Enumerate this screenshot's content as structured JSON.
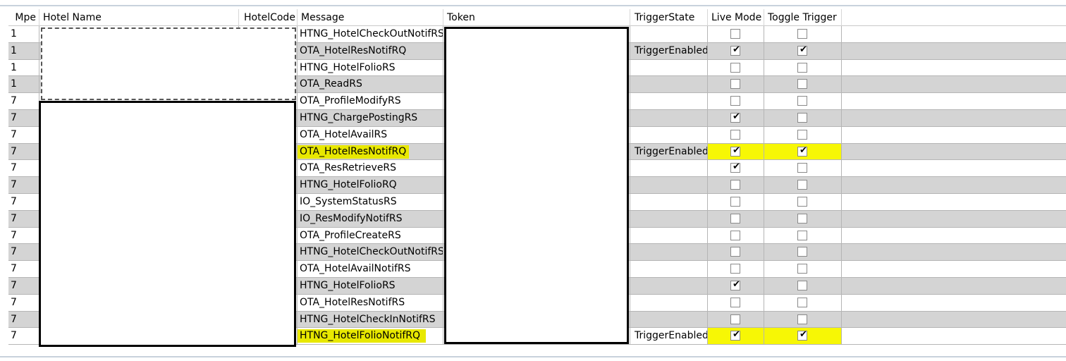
{
  "columns": [
    "Mpe",
    "Hotel Name",
    "HotelCode",
    "Message",
    "Token",
    "TriggerState",
    "Live Mode",
    "Toggle Trigger"
  ],
  "rows": [
    {
      "mpe": "1",
      "message": "HTNG_HotelCheckOutNotifRS",
      "trigger_state": "",
      "live_mode": false,
      "toggle_trigger": false
    },
    {
      "mpe": "1",
      "message": "OTA_HotelResNotifRQ",
      "trigger_state": "TriggerEnabled",
      "live_mode": true,
      "toggle_trigger": true
    },
    {
      "mpe": "1",
      "message": "HTNG_HotelFolioRS",
      "trigger_state": "",
      "live_mode": false,
      "toggle_trigger": false
    },
    {
      "mpe": "1",
      "message": "OTA_ReadRS",
      "trigger_state": "",
      "live_mode": false,
      "toggle_trigger": false
    },
    {
      "mpe": "7",
      "message": "OTA_ProfileModifyRS",
      "trigger_state": "",
      "live_mode": false,
      "toggle_trigger": false
    },
    {
      "mpe": "7",
      "message": "HTNG_ChargePostingRS",
      "trigger_state": "",
      "live_mode": true,
      "toggle_trigger": false
    },
    {
      "mpe": "7",
      "message": "OTA_HotelAvailRS",
      "trigger_state": "",
      "live_mode": false,
      "toggle_trigger": false
    },
    {
      "mpe": "7",
      "message": "OTA_HotelResNotifRQ",
      "trigger_state": "TriggerEnabled",
      "live_mode": true,
      "toggle_trigger": true,
      "highlight": true
    },
    {
      "mpe": "7",
      "message": "OTA_ResRetrieveRS",
      "trigger_state": "",
      "live_mode": true,
      "toggle_trigger": false
    },
    {
      "mpe": "7",
      "message": "HTNG_HotelFolioRQ",
      "trigger_state": "",
      "live_mode": false,
      "toggle_trigger": false
    },
    {
      "mpe": "7",
      "message": "IO_SystemStatusRS",
      "trigger_state": "",
      "live_mode": false,
      "toggle_trigger": false
    },
    {
      "mpe": "7",
      "message": "IO_ResModifyNotifRS",
      "trigger_state": "",
      "live_mode": false,
      "toggle_trigger": false
    },
    {
      "mpe": "7",
      "message": "OTA_ProfileCreateRS",
      "trigger_state": "",
      "live_mode": false,
      "toggle_trigger": false
    },
    {
      "mpe": "7",
      "message": "HTNG_HotelCheckOutNotifRS",
      "trigger_state": "",
      "live_mode": false,
      "toggle_trigger": false
    },
    {
      "mpe": "7",
      "message": "OTA_HotelAvailNotifRS",
      "trigger_state": "",
      "live_mode": false,
      "toggle_trigger": false
    },
    {
      "mpe": "7",
      "message": "HTNG_HotelFolioRS",
      "trigger_state": "",
      "live_mode": true,
      "toggle_trigger": false
    },
    {
      "mpe": "7",
      "message": "OTA_HotelResNotifRS",
      "trigger_state": "",
      "live_mode": false,
      "toggle_trigger": false
    },
    {
      "mpe": "7",
      "message": "HTNG_HotelCheckInNotifRS",
      "trigger_state": "",
      "live_mode": false,
      "toggle_trigger": false
    },
    {
      "mpe": "7",
      "message": "HTNG_HotelFolioNotifRQ",
      "trigger_state": "TriggerEnabled",
      "live_mode": true,
      "toggle_trigger": true,
      "highlight": true
    }
  ],
  "colors": {
    "alt_row": "#d4d4d4",
    "highlight": "#e8e800",
    "redaction_border": "#000000"
  }
}
